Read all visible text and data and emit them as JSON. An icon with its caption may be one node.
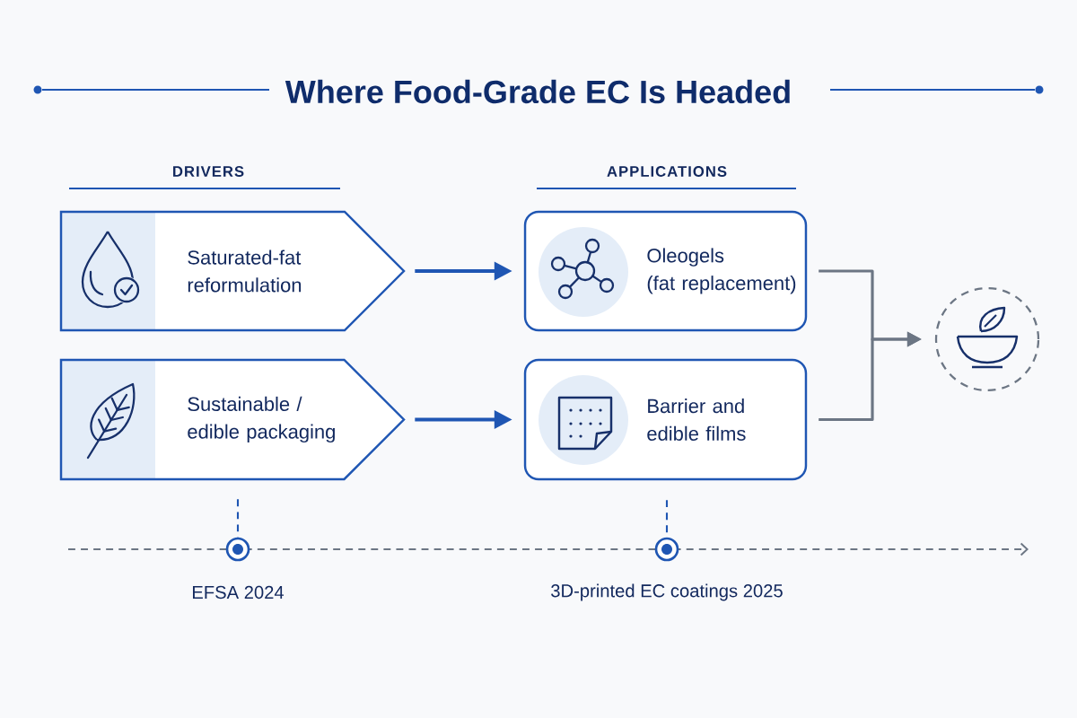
{
  "diagram": {
    "title": "Where Food-Grade EC Is Headed",
    "nodes": [
      {
        "text": [
          "Saturated-fat reformulation"
        ]
      },
      {
        "text": [
          "Sustainable / edible packaging"
        ]
      },
      {
        "text": [
          "Oleogels",
          "(fat replacement)"
        ]
      },
      {
        "text": [
          "Barrier and edible films"
        ]
      },
      {
        "text": [],
        "shape": "circle"
      },
      {
        "text": [],
        "shape": "circle",
        "beside": [
          "EFSA 2024"
        ]
      },
      {
        "text": [],
        "shape": "circle",
        "beside": [
          "3D-printed EC coatings 2025"
        ]
      }
    ],
    "edges": [
      {
        "from": 0,
        "to": 2,
        "arrow": "to"
      },
      {
        "from": 1,
        "to": 3,
        "arrow": "to"
      },
      {
        "from": 2,
        "to": 4,
        "arrow": "to",
        "color": "#6c7684"
      },
      {
        "from": 3,
        "to": 4,
        "arrow": "to",
        "color": "#6c7684"
      },
      {
        "from": 1,
        "to": 5,
        "arrow": "none",
        "style": "dashed"
      },
      {
        "from": 3,
        "to": 6,
        "arrow": "none",
        "style": "dashed"
      }
    ],
    "labels": [
      "DRIVERS",
      "APPLICATIONS"
    ]
  }
}
